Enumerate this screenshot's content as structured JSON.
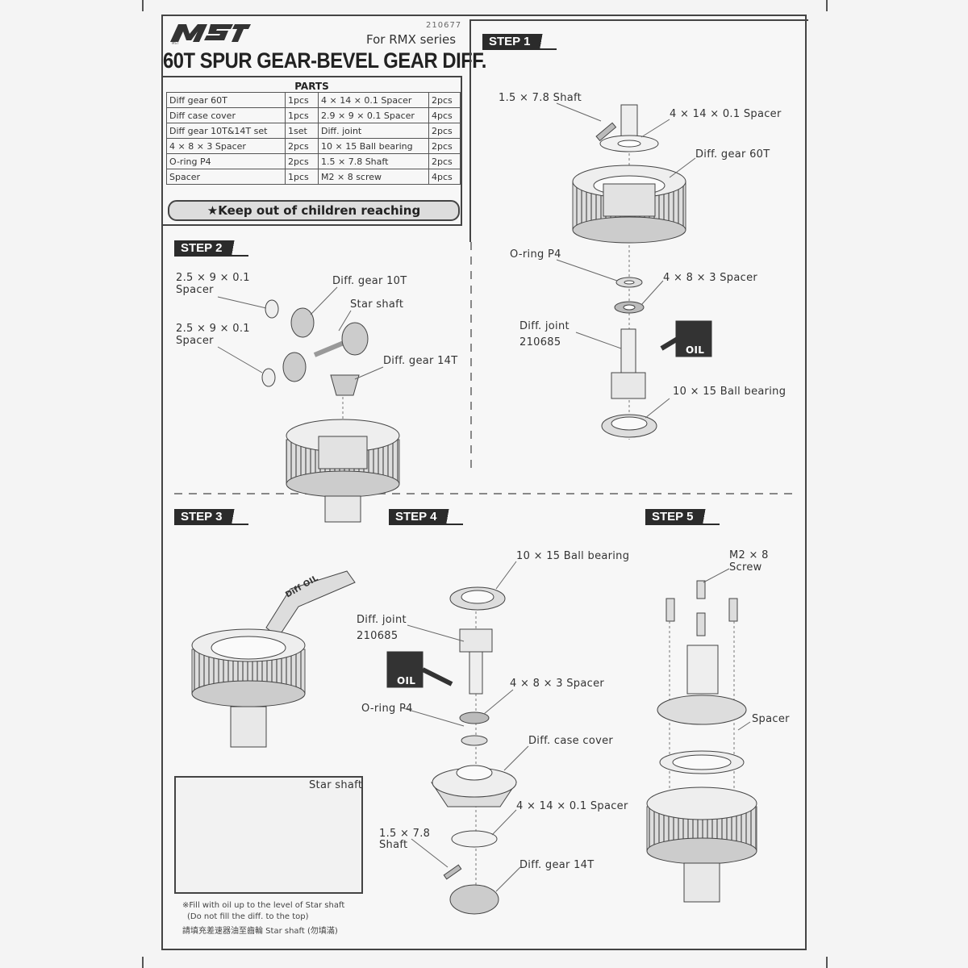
{
  "header": {
    "brand": "MST",
    "part_number": "210677",
    "series": "For RMX series",
    "title": "60T SPUR GEAR-BEVEL GEAR DIFF."
  },
  "parts": {
    "title": "PARTS",
    "rows": [
      [
        "Diff gear 60T",
        "1pcs",
        "4 × 14 × 0.1 Spacer",
        "2pcs"
      ],
      [
        "Diff case cover",
        "1pcs",
        "2.9 × 9 × 0.1 Spacer",
        "4pcs"
      ],
      [
        "Diff gear 10T&14T set",
        "1set",
        "Diff. joint",
        "2pcs"
      ],
      [
        "4 × 8 × 3 Spacer",
        "2pcs",
        "10 × 15 Ball bearing",
        "2pcs"
      ],
      [
        "O-ring P4",
        "2pcs",
        "1.5 × 7.8 Shaft",
        "2pcs"
      ],
      [
        "Spacer",
        "1pcs",
        "M2 × 8 screw",
        "4pcs"
      ]
    ],
    "warning": "★Keep out of children reaching"
  },
  "steps": {
    "step1": {
      "tag": "STEP 1",
      "labels": {
        "shaft": "1.5 × 7.8 Shaft",
        "spacer_4x14": "4 × 14 × 0.1 Spacer",
        "gear60": "Diff. gear 60T",
        "oring": "O-ring P4",
        "spacer_4x8": "4 × 8 × 3 Spacer",
        "joint": "Diff. joint",
        "joint_no": "210685",
        "oil": "OIL",
        "bearing": "10 × 15 Ball bearing"
      }
    },
    "step2": {
      "tag": "STEP 2",
      "labels": {
        "spacer_a_1": "2.5 × 9 × 0.1",
        "spacer_a_2": "Spacer",
        "gear10": "Diff. gear 10T",
        "star": "Star shaft",
        "spacer_b_1": "2.5 × 9 × 0.1",
        "spacer_b_2": "Spacer",
        "gear14": "Diff. gear 14T"
      }
    },
    "step3": {
      "tag": "STEP 3",
      "oil_tube": "Diff OIL",
      "inset_label": "Star shaft",
      "note_1": "※Fill with oil up to the level of Star shaft",
      "note_2": "(Do not fill the diff. to the top)",
      "note_3": "請填充差速器油至齒輪 Star shaft (勿填滿)"
    },
    "step4": {
      "tag": "STEP 4",
      "labels": {
        "bearing": "10 × 15 Ball bearing",
        "joint": "Diff. joint",
        "joint_no": "210685",
        "oil": "OIL",
        "spacer_4x8": "4 × 8 × 3 Spacer",
        "oring": "O-ring P4",
        "case": "Diff. case cover",
        "spacer_4x14": "4 × 14 × 0.1 Spacer",
        "shaft_1": "1.5 × 7.8",
        "shaft_2": "Shaft",
        "gear14": "Diff. gear 14T"
      }
    },
    "step5": {
      "tag": "STEP 5",
      "labels": {
        "screw_1": "M2 × 8",
        "screw_2": "Screw",
        "spacer": "Spacer"
      }
    }
  }
}
